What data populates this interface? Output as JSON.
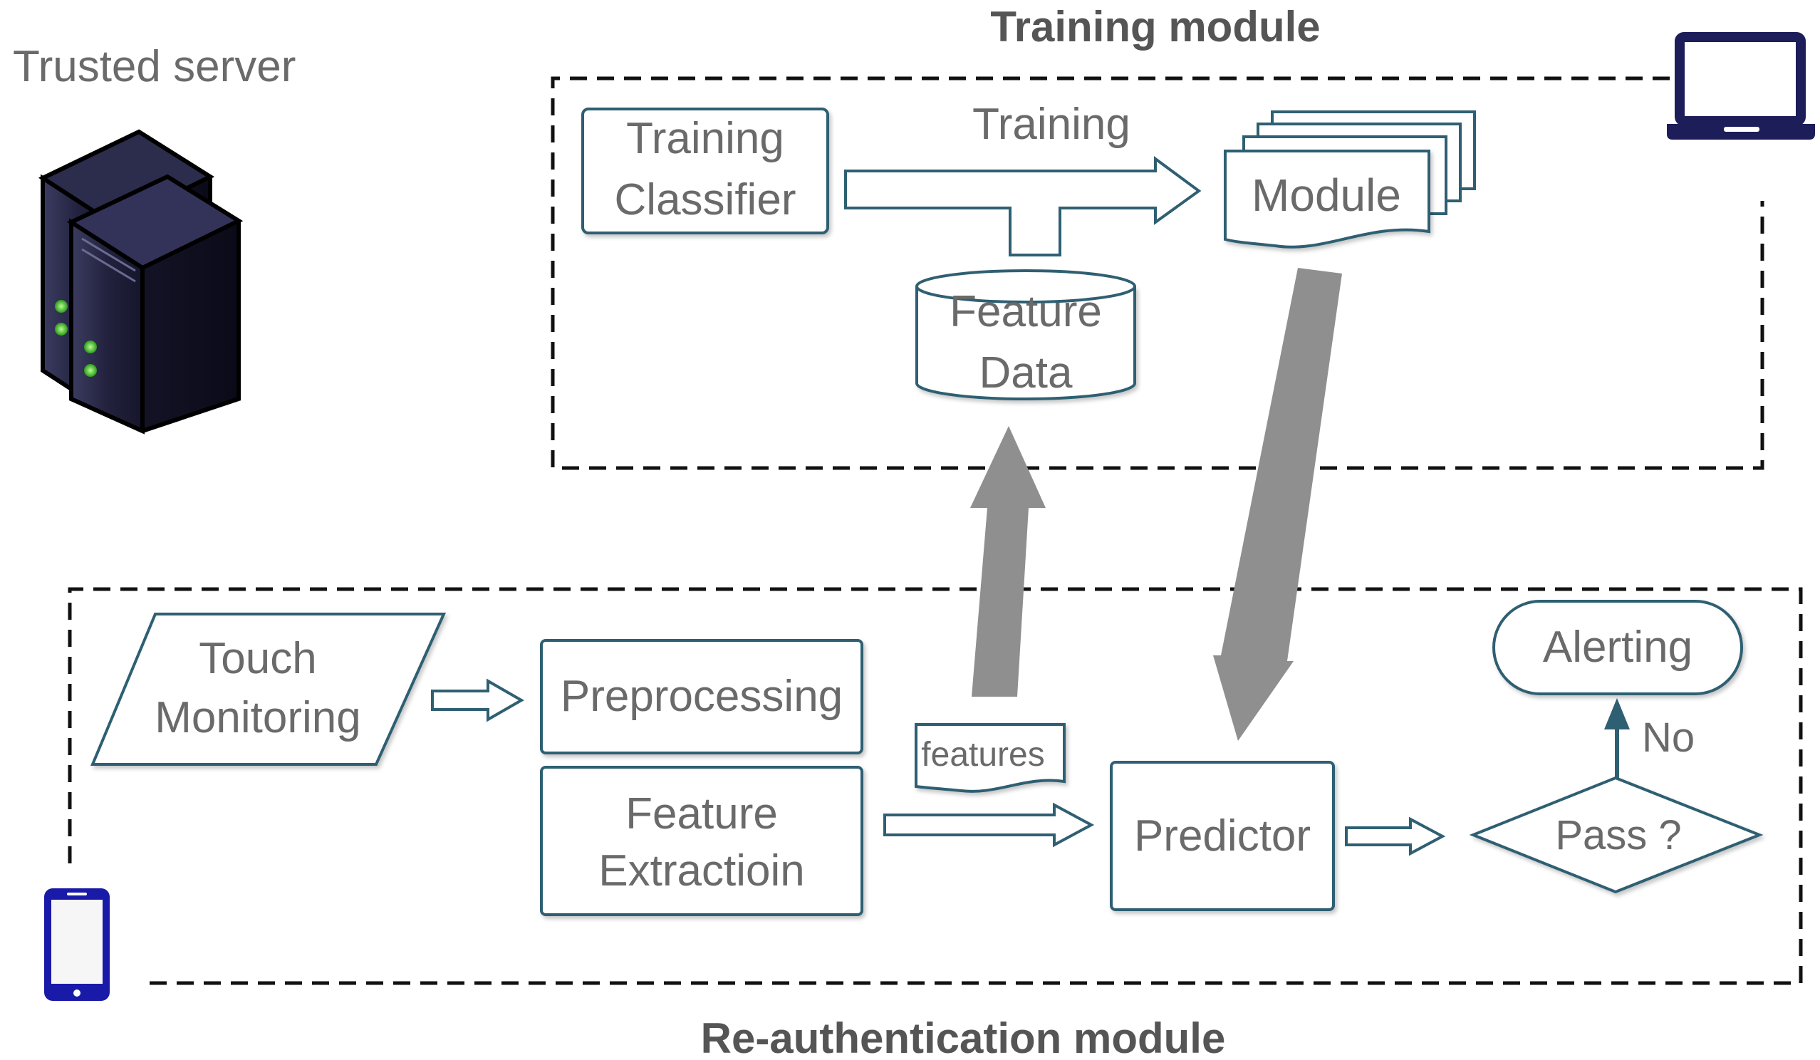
{
  "labels": {
    "trusted_server": "Trusted server",
    "training_module": "Training module",
    "reauth_module": "Re-authentication module",
    "training_classifier_1": "Training",
    "training_classifier_2": "Classifier",
    "training_arrow": "Training",
    "module": "Module",
    "feature_data_1": "Feature",
    "feature_data_2": "Data",
    "touch_1": "Touch",
    "touch_2": "Monitoring",
    "preprocessing": "Preprocessing",
    "feature_extraction_1": "Feature",
    "feature_extraction_2": "Extractioin",
    "features": "features",
    "predictor": "Predictor",
    "pass": "Pass ?",
    "alerting": "Alerting",
    "no": "No"
  },
  "colors": {
    "box_stroke": "#2f5f72",
    "text": "#6a6a6a",
    "big_arrow": "#8f8f8f",
    "device": "#1a1aa8"
  },
  "icons": [
    "server-icon",
    "laptop-icon",
    "smartphone-icon"
  ]
}
